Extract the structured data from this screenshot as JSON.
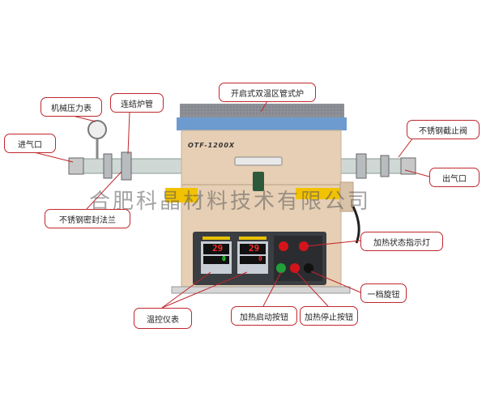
{
  "title": "开启式双温区管式炉",
  "model": "OTF-1200X",
  "watermark": "合肥科晶材料技术有限公司",
  "controllers": [
    {
      "pv": "29",
      "sv": "0"
    },
    {
      "pv": "29",
      "sv": "0"
    }
  ],
  "labels": {
    "furnace": "开启式双温区管式炉",
    "gauge": "机械压力表",
    "tube": "连结炉管",
    "inlet": "进气口",
    "valve": "不锈钢截止阀",
    "outlet": "出气口",
    "flange": "不锈钢密封法兰",
    "indicator": "加热状态指示灯",
    "knob": "一档旋钮",
    "controller": "温控仪表",
    "start": "加热启动按钮",
    "stop": "加热停止按钮"
  },
  "colors": {
    "callout_border": "#c0272d",
    "body": "#e6cfb4",
    "band": "#6d9bcf"
  }
}
